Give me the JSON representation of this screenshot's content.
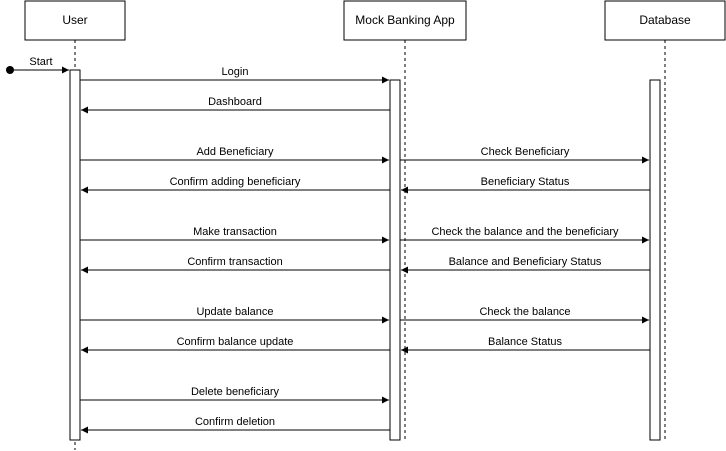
{
  "diagram": {
    "type": "sequence",
    "participants": [
      {
        "id": "user",
        "label": "User"
      },
      {
        "id": "app",
        "label": "Mock Banking App"
      },
      {
        "id": "db",
        "label": "Database"
      }
    ],
    "start_label": "Start",
    "messages": [
      {
        "from": "user",
        "to": "app",
        "label": "Login"
      },
      {
        "from": "app",
        "to": "user",
        "label": "Dashboard"
      },
      {
        "from": "user",
        "to": "app",
        "label": "Add Beneficiary"
      },
      {
        "from": "app",
        "to": "db",
        "label": "Check Beneficiary"
      },
      {
        "from": "app",
        "to": "user",
        "label": "Confirm adding beneficiary"
      },
      {
        "from": "db",
        "to": "app",
        "label": "Beneficiary Status"
      },
      {
        "from": "user",
        "to": "app",
        "label": "Make transaction"
      },
      {
        "from": "app",
        "to": "db",
        "label": "Check the balance and the beneficiary"
      },
      {
        "from": "app",
        "to": "user",
        "label": "Confirm transaction"
      },
      {
        "from": "db",
        "to": "app",
        "label": "Balance and Beneficiary Status"
      },
      {
        "from": "user",
        "to": "app",
        "label": "Update balance"
      },
      {
        "from": "app",
        "to": "db",
        "label": "Check the balance"
      },
      {
        "from": "app",
        "to": "user",
        "label": "Confirm balance update"
      },
      {
        "from": "db",
        "to": "app",
        "label": "Balance Status"
      },
      {
        "from": "user",
        "to": "app",
        "label": "Delete beneficiary"
      },
      {
        "from": "app",
        "to": "user",
        "label": "Confirm deletion"
      }
    ]
  }
}
